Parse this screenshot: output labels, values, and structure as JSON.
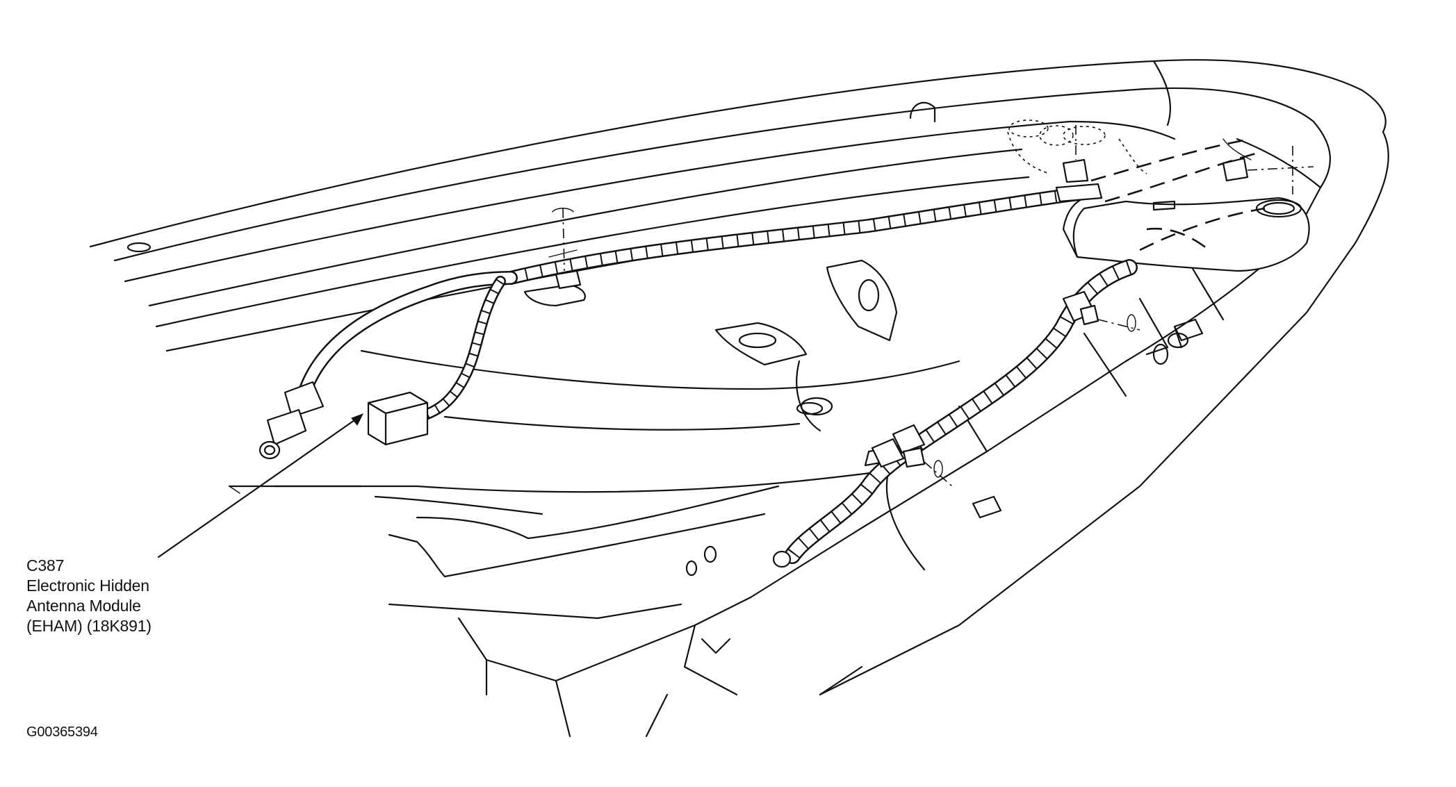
{
  "callout": {
    "connector_id": "C387",
    "line1": "Electronic Hidden",
    "line2": "Antenna Module",
    "line3": "(EHAM) (18K891)"
  },
  "figure_id": "G00365394"
}
